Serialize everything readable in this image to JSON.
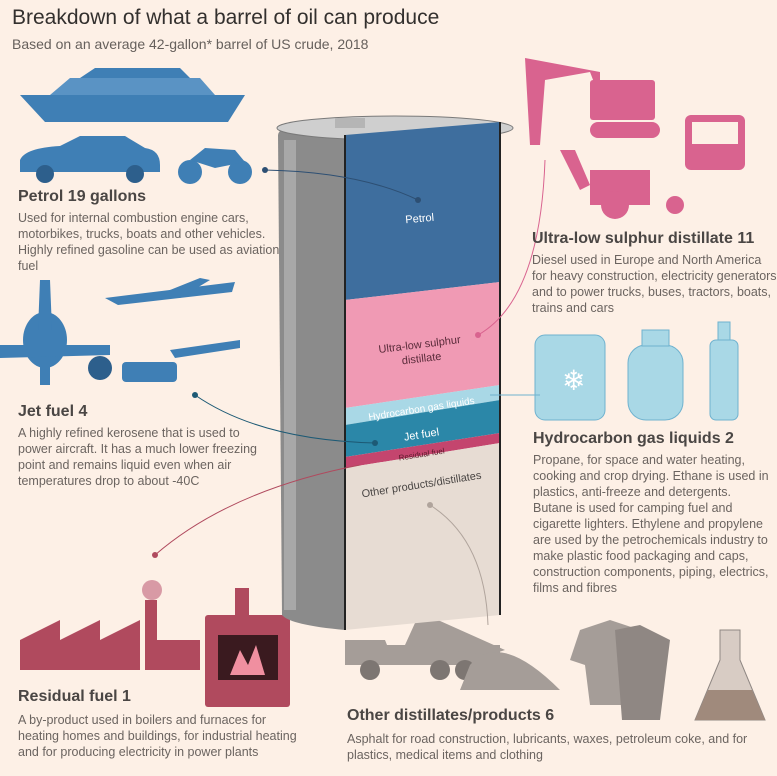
{
  "header": {
    "title": "Breakdown of what a barrel of oil can produce",
    "subtitle": "Based on an average 42-gallon* barrel of US crude, 2018"
  },
  "barrel_labels": {
    "petrol": "Petrol",
    "ulsd_line1": "Ultra-low sulphur",
    "ulsd_line2": "distillate",
    "hgl": "Hydrocarbon gas liquids",
    "jet": "Jet fuel",
    "residual": "Residual fuel",
    "other": "Other products/distillates"
  },
  "products": {
    "petrol": {
      "heading": "Petrol 19 gallons",
      "text": "Used for internal combustion engine cars, motorbikes, trucks, boats and other vehicles. Highly refined gasoline can be used as aviation fuel",
      "gallons": 19
    },
    "ulsd": {
      "heading": "Ultra-low sulphur distillate 11",
      "text": "Diesel used in Europe and North America for heavy construction, electricity generators and to power trucks, buses, tractors, boats, trains and cars",
      "gallons": 11
    },
    "jet": {
      "heading": "Jet fuel 4",
      "text": "A highly refined kerosene that is used to power aircraft. It has a much lower freezing point and remains liquid even when air temperatures drop to about -40C",
      "gallons": 4
    },
    "hgl": {
      "heading": "Hydrocarbon gas liquids 2",
      "text": "Propane, for space and water heating, cooking and crop drying. Ethane is used in plastics, anti-freeze and detergents. Butane is used for camping fuel and cigarette lighters. Ethylene and propylene are used by the petrochemicals industry to make plastic food packaging and caps, construction components, piping, electrics, films and fibres",
      "gallons": 2
    },
    "residual": {
      "heading": "Residual fuel 1",
      "text": "A by-product used in boilers and furnaces for heating homes and buildings, for industrial heating and for producing electricity in power plants",
      "gallons": 1
    },
    "other": {
      "heading": "Other distillates/products 6",
      "text": "Asphalt for road construction, lubricants, waxes, petroleum coke, and for plastics, medical items and clothing",
      "gallons": 6
    }
  },
  "colors": {
    "petrol": "#3e6e9e",
    "ulsd": "#f09ab4",
    "hgl": "#a9d8e6",
    "jet": "#2b87a8",
    "residual": "#c4456e",
    "other": "#e7dcd3",
    "barrel": "#8a8a8a",
    "pink_icons": "#d9638f",
    "blue_icons": "#3f7fb5",
    "red_icons": "#b04a5e",
    "grey_icons": "#a59d98"
  }
}
